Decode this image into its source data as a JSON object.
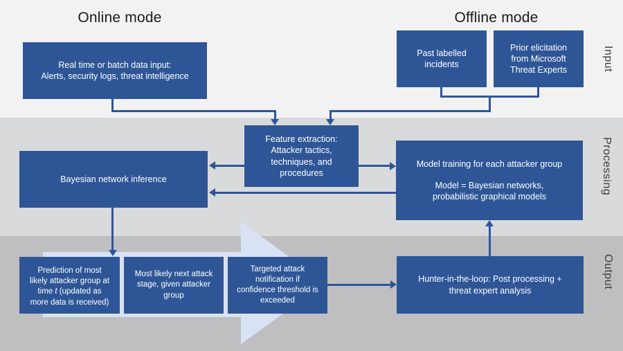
{
  "diagram": {
    "online_title": "Online mode",
    "offline_title": "Offline mode",
    "band_labels": {
      "input": "Input",
      "processing": "Processing",
      "output": "Output"
    },
    "boxes": {
      "realtime": "Real time or batch data input:\nAlerts, security logs, threat intelligence",
      "past_labelled": "Past labelled\nincidents",
      "prior_elicitation": "Prior elicitation\nfrom Microsoft\nThreat Experts",
      "feature_extraction": "Feature extraction:\nAttacker tactics,\ntechniques, and\nprocedures",
      "bayesian": "Bayesian network inference",
      "model_training_line1": "Model training for each attacker group",
      "model_training_line2": "Model = Bayesian networks,\nprobabilistic graphical models",
      "prediction_part1": "Prediction of most\nlikely attacker group at\ntime ",
      "prediction_italic": "t",
      "prediction_part2": " (updated as\nmore data is received)",
      "next_stage": "Most likely next attack\nstage, given attacker\ngroup",
      "targeted": "Targeted attack\nnotification if\nconfidence threshold is\nexceeded",
      "hunter": "Hunter-in-the-loop: Post processing +\nthreat expert analysis"
    },
    "colors": {
      "box_blue": "#2e5697",
      "line_blue": "#2e5697",
      "light_arrow": "#d9e2f4",
      "band_input": "#f2f2f3",
      "band_processing": "#d9dadb",
      "band_output": "#bfbfc1",
      "title_text": "#1a1a1a",
      "band_label_text": "#3d3d3d",
      "box_text": "#ffffff"
    }
  }
}
